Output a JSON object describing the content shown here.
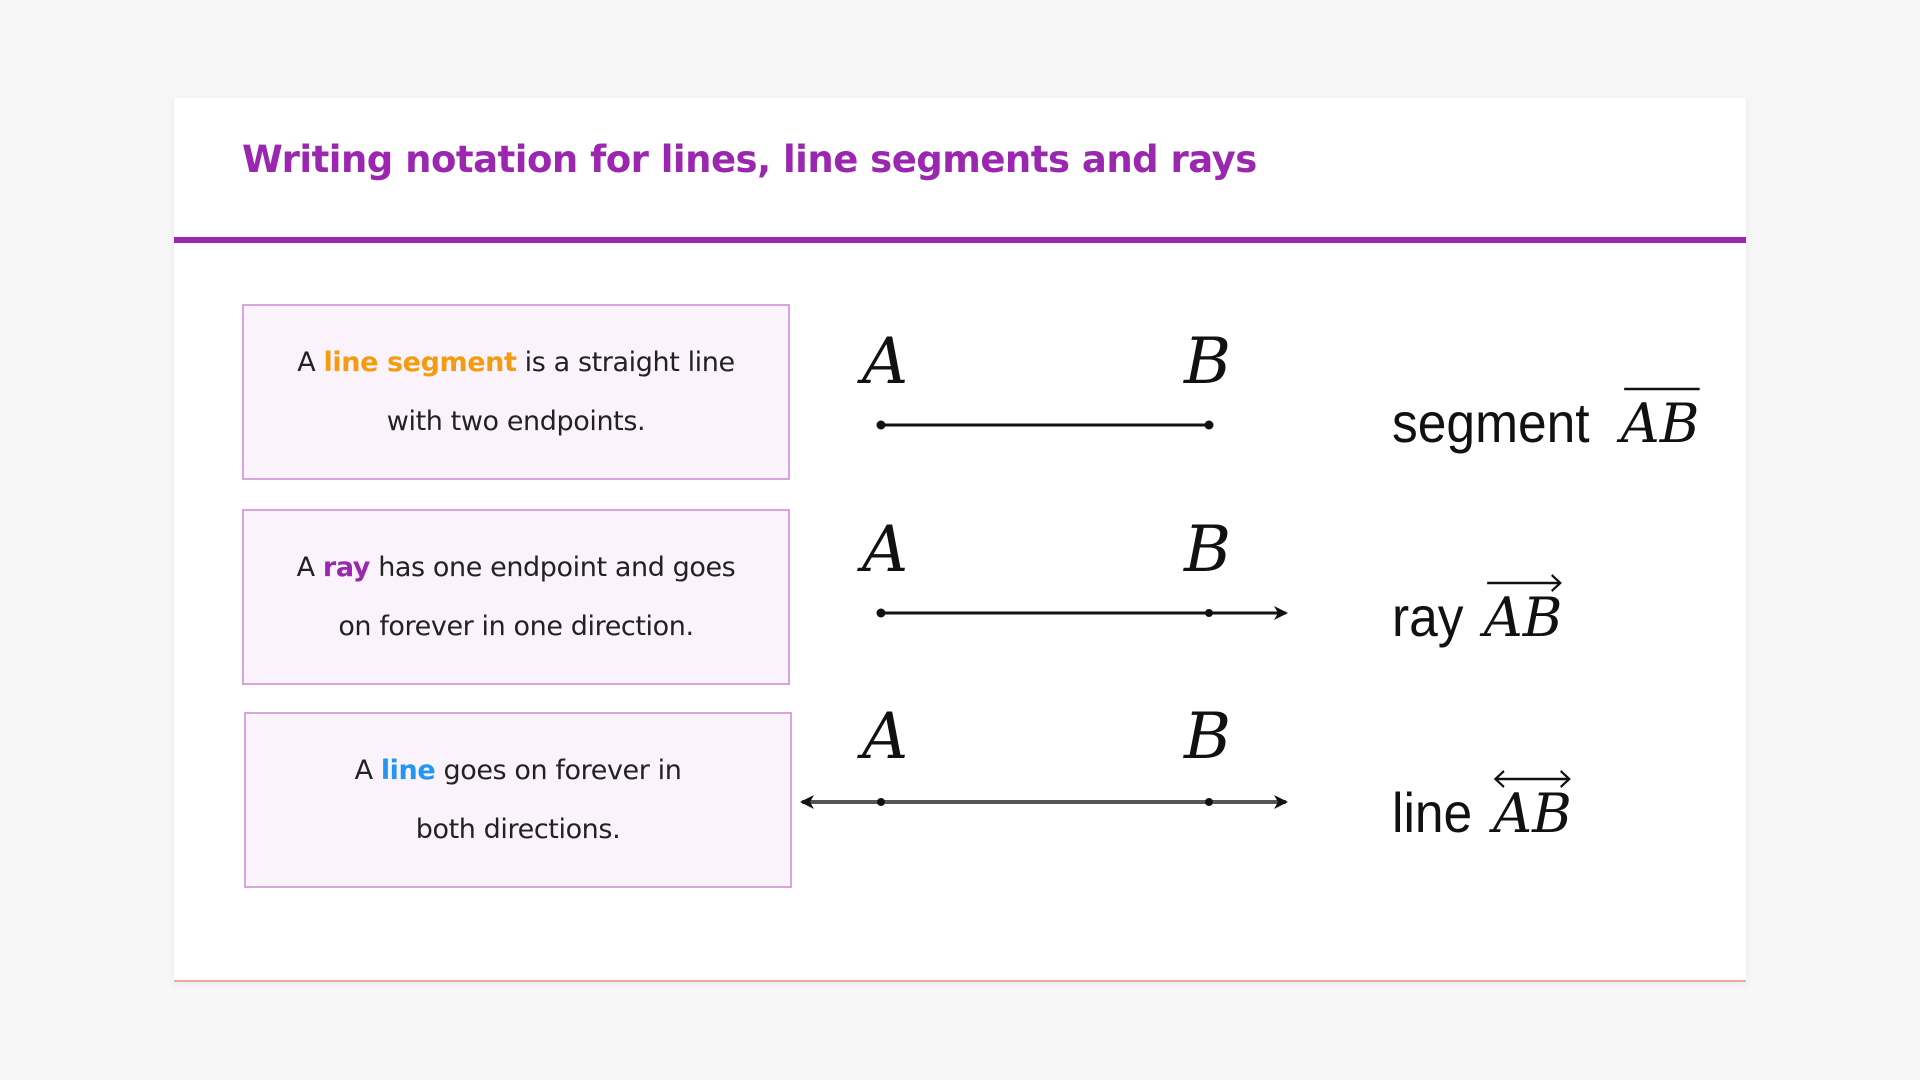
{
  "title": "Writing notation for lines, line segments and rays",
  "colors": {
    "accent": "#9b27b0",
    "segment": "#f39c12",
    "ray": "#9b27b0",
    "line": "#2196f3",
    "box_border": "#d9a3df",
    "box_fill": "#faf3fb"
  },
  "definitions": [
    {
      "prefix": "A ",
      "term": "line segment",
      "rest": " is a straight line",
      "line2": "with two endpoints."
    },
    {
      "prefix": "A ",
      "term": "ray",
      "rest": " has one endpoint and goes",
      "line2": "on forever in one direction."
    },
    {
      "prefix": "A ",
      "term": "line",
      "rest": " goes on forever in",
      "line2": "both directions."
    }
  ],
  "diagrams": [
    {
      "kind": "segment",
      "point_a": "A",
      "point_b": "B"
    },
    {
      "kind": "ray",
      "point_a": "A",
      "point_b": "B"
    },
    {
      "kind": "line",
      "point_a": "A",
      "point_b": "B"
    }
  ],
  "notations": [
    {
      "word": "segment",
      "symbol": "AB",
      "mark": "bar"
    },
    {
      "word": "ray",
      "symbol": "AB",
      "mark": "right-arrow"
    },
    {
      "word": "line",
      "symbol": "AB",
      "mark": "double-arrow"
    }
  ]
}
